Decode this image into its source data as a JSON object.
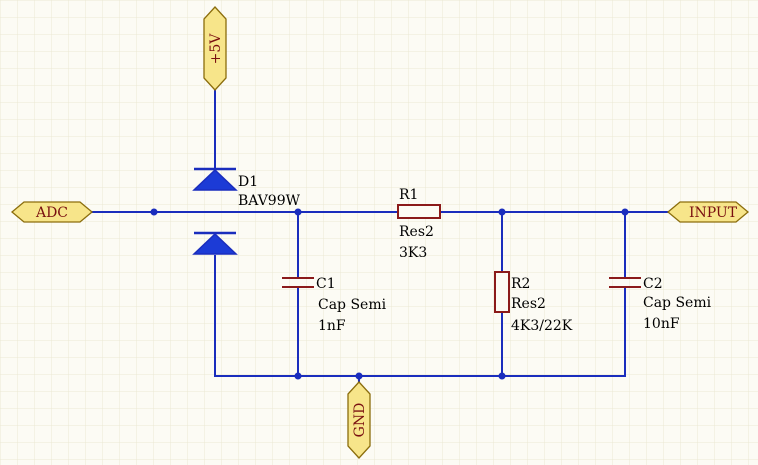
{
  "ports": {
    "vcc": "+5V",
    "adc": "ADC",
    "input": "INPUT",
    "gnd": "GND"
  },
  "components": {
    "d1": {
      "designator": "D1",
      "part": "BAV99W"
    },
    "r1": {
      "designator": "R1",
      "part": "Res2",
      "value": "3K3"
    },
    "r2": {
      "designator": "R2",
      "part": "Res2",
      "value": "4K3/22K"
    },
    "c1": {
      "designator": "C1",
      "part": "Cap Semi",
      "value": "1nF"
    },
    "c2": {
      "designator": "C2",
      "part": "Cap Semi",
      "value": "10nF"
    }
  },
  "colors": {
    "background": "#fcfbf4",
    "grid": "#ebe8d4",
    "wire": "#1a2dbd",
    "component": "#8b1a1a",
    "port_fill": "#f7e58a",
    "port_text": "#7a1010"
  }
}
